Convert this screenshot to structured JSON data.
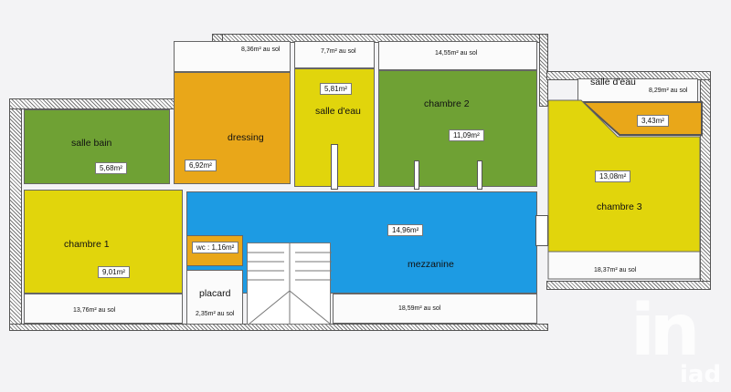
{
  "rooms": {
    "salle_bain": {
      "name": "salle bain",
      "area": "5,68m²"
    },
    "dressing": {
      "name": "dressing",
      "area": "6,92m²",
      "floor": "8,36m² au sol"
    },
    "salle_eau_1": {
      "name": "salle d'eau",
      "area": "5,81m²",
      "floor": "7,7m² au sol"
    },
    "chambre_2": {
      "name": "chambre 2",
      "area": "11,09m²",
      "floor": "14,55m² au sol"
    },
    "salle_eau_2": {
      "name": "salle d'eau",
      "area": "3,43m²",
      "floor": "8,29m² au sol"
    },
    "chambre_3": {
      "name": "chambre 3",
      "area": "13,08m²",
      "floor": "18,37m² au sol"
    },
    "chambre_1": {
      "name": "chambre 1",
      "area": "9,01m²",
      "floor": "13,76m² au sol"
    },
    "wc": {
      "name": "wc : 1,16m²"
    },
    "placard": {
      "name": "placard",
      "floor": "2,35m² au sol"
    },
    "mezzanine": {
      "name": "mezzanine",
      "area": "14,96m²",
      "floor": "18,59m² au sol"
    }
  },
  "logo": {
    "mark": "in",
    "brand": "iad"
  },
  "colors": {
    "green": "#6fa134",
    "yellow": "#e1d50c",
    "orange": "#e9a719",
    "blue": "#1d9be3"
  }
}
